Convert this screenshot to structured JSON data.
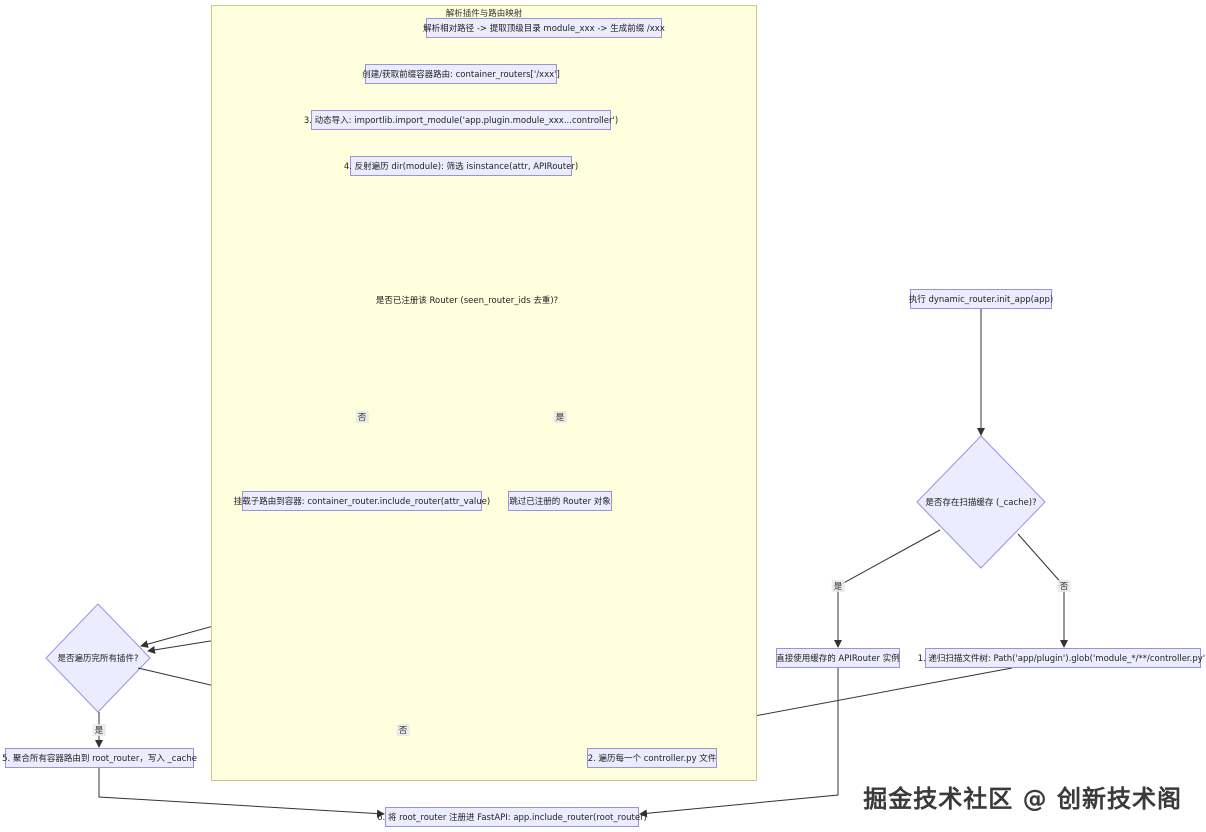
{
  "subgraph": {
    "title": "解析插件与路由映射"
  },
  "nodes": {
    "parse_path": "解析相对路径 -> 提取顶级目录 module_xxx -> 生成前缀 /xxx",
    "create_container": "创建/获取前缀容器路由: container_routers['/xxx']",
    "dynamic_import": "3. 动态导入: importlib.import_module('app.plugin.module_xxx...controller')",
    "reflect_traverse": "4. 反射遍历 dir(module): 筛选 isinstance(attr, APIRouter)",
    "already_registered": "是否已注册该 Router (seen_router_ids 去重)?",
    "mount_child": "挂载子路由到容器: container_router.include_router(attr_value)",
    "skip_registered": "跳过已注册的 Router 对象",
    "all_plugins_done": "是否遍历完所有插件?",
    "aggregate": "5. 聚合所有容器路由到 root_router，写入 _cache",
    "traverse_controller": "2. 遍历每一个 controller.py 文件",
    "register_fastapi": "6. 将 root_router 注册进 FastAPI: app.include_router(root_router)",
    "exec_init": "执行 dynamic_router.init_app(app)",
    "cache_exists": "是否存在扫描缓存 (_cache)?",
    "use_cache": "直接使用缓存的 APIRouter 实例",
    "recursive_scan": "1. 递归扫描文件树: Path('app/plugin').glob('module_*/**/controller.py')"
  },
  "edge_labels": {
    "no_1": "否",
    "yes_1": "是",
    "yes_2": "是",
    "no_2": "否",
    "yes_3": "是",
    "no_3": "否"
  },
  "watermark": "掘金技术社区 @ 创新技术阁",
  "colors": {
    "node_fill": "#ececff",
    "node_stroke": "#9f8fdf",
    "subgraph_fill": "#ffffde",
    "edge": "#333333"
  }
}
